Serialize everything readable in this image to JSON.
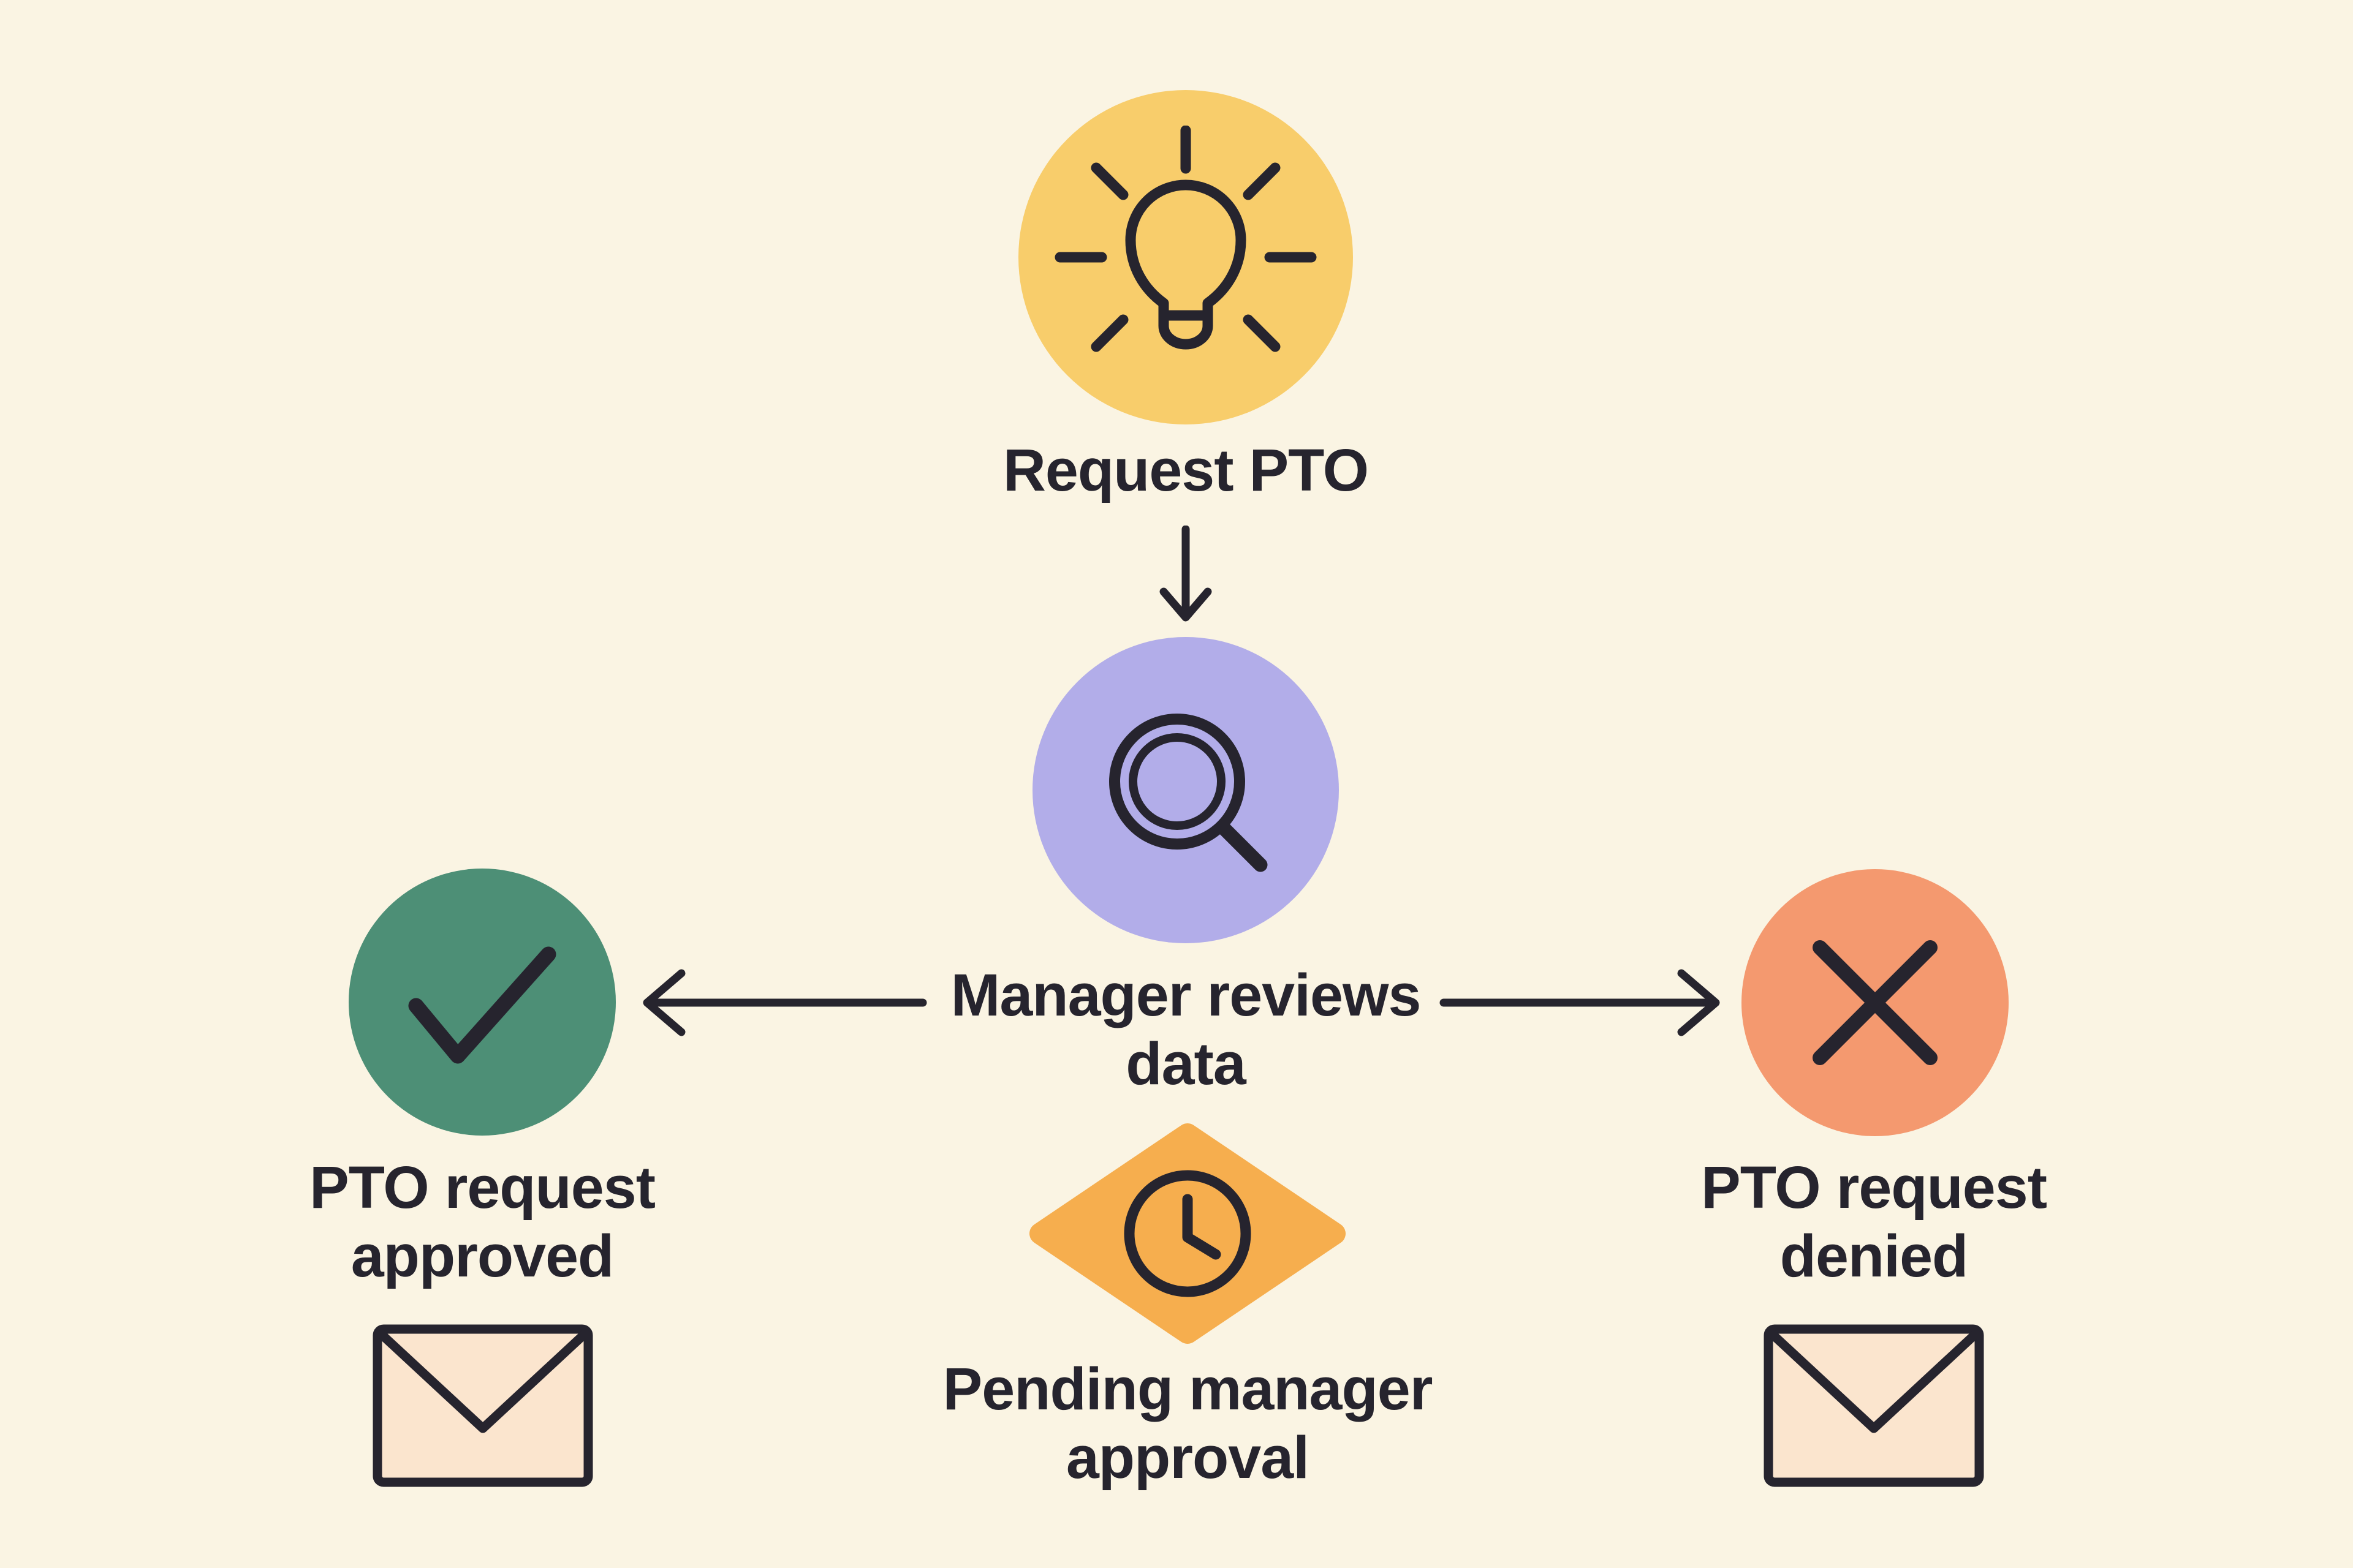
{
  "diagram": {
    "nodes": {
      "request": {
        "shape": "circle",
        "icon": "lightbulb-icon",
        "label": "Request PTO"
      },
      "review": {
        "shape": "circle",
        "icon": "magnifier-icon",
        "line1": "Manager reviews",
        "line2": "data"
      },
      "approved": {
        "shape": "circle",
        "icon": "check-icon",
        "line1": "PTO request",
        "line2": "approved",
        "attachment": "envelope-icon"
      },
      "denied": {
        "shape": "circle",
        "icon": "x-icon",
        "line1": "PTO request",
        "line2": "denied",
        "attachment": "envelope-icon"
      },
      "pending": {
        "shape": "diamond",
        "icon": "clock-icon",
        "line1": "Pending manager",
        "line2": "approval"
      }
    },
    "edges": [
      {
        "from": "request",
        "to": "review",
        "direction": "down"
      },
      {
        "from": "review",
        "to": "approved",
        "direction": "left"
      },
      {
        "from": "review",
        "to": "denied",
        "direction": "right"
      }
    ]
  },
  "colors": {
    "background": "#FAF4E3",
    "ink": "#26242E",
    "request_fill": "#F8CD6B",
    "review_fill": "#B2ADE9",
    "approved_fill": "#4D8F76",
    "denied_fill": "#F4996F",
    "pending_fill": "#F6AE4E",
    "envelope_fill": "#FBE5CE"
  }
}
